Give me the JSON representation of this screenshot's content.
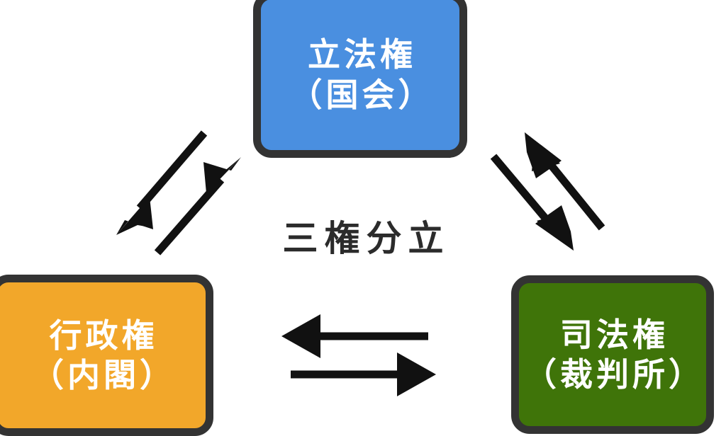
{
  "diagram": {
    "title": "三権分立",
    "center_label": "三権分立",
    "background_color": "#ffffff",
    "border_color": "#333333",
    "arrow_color": "#111111",
    "nodes": [
      {
        "id": "legislative",
        "line1": "立法権",
        "line2": "（国会）",
        "fill_color": "#4a8fe0",
        "text_color": "#ffffff"
      },
      {
        "id": "executive",
        "line1": "行政権",
        "line2": "（内閣）",
        "fill_color": "#f2a72a",
        "text_color": "#ffffff"
      },
      {
        "id": "judicial",
        "line1": "司法権",
        "line2": "（裁判所）",
        "fill_color": "#3f7409",
        "text_color": "#ffffff"
      }
    ],
    "arrows": [
      {
        "id": "legislative-to-executive",
        "direction": "down-left",
        "from": "legislative",
        "to": "executive"
      },
      {
        "id": "executive-to-legislative",
        "direction": "up-right",
        "from": "executive",
        "to": "legislative"
      },
      {
        "id": "judicial-to-legislative",
        "direction": "up-left",
        "from": "judicial",
        "to": "legislative"
      },
      {
        "id": "legislative-to-judicial",
        "direction": "down-right",
        "from": "legislative",
        "to": "judicial"
      },
      {
        "id": "judicial-to-executive",
        "direction": "left",
        "from": "judicial",
        "to": "executive"
      },
      {
        "id": "executive-to-judicial",
        "direction": "right",
        "from": "executive",
        "to": "judicial"
      }
    ]
  }
}
